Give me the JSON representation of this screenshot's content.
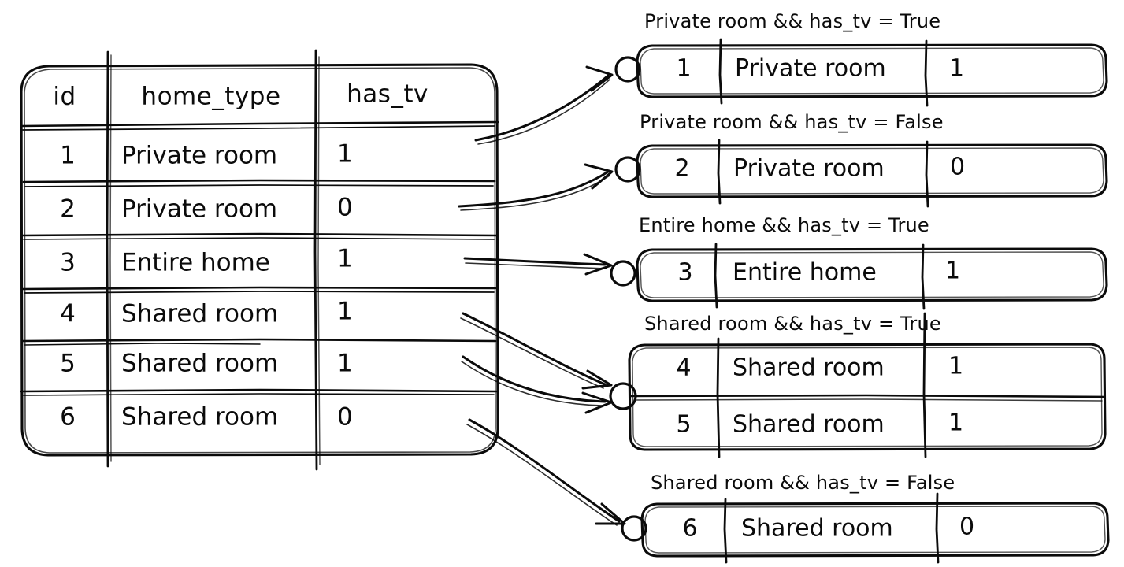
{
  "diagram": {
    "title": "group-by-home-type-and-has-tv",
    "stroke_color": "#0b0b0b",
    "background_color": "#ffffff"
  },
  "source_table": {
    "columns": [
      "id",
      "home_type",
      "has_tv"
    ],
    "rows": [
      {
        "id": "1",
        "home_type": "Private room",
        "has_tv": "1"
      },
      {
        "id": "2",
        "home_type": "Private room",
        "has_tv": "0"
      },
      {
        "id": "3",
        "home_type": "Entire home",
        "has_tv": "1"
      },
      {
        "id": "4",
        "home_type": "Shared room",
        "has_tv": "1"
      },
      {
        "id": "5",
        "home_type": "Shared room",
        "has_tv": "1"
      },
      {
        "id": "6",
        "home_type": "Shared room",
        "has_tv": "0"
      }
    ]
  },
  "groups": [
    {
      "label": "Private room && has_tv = True",
      "rows": [
        {
          "id": "1",
          "home_type": "Private room",
          "has_tv": "1"
        }
      ]
    },
    {
      "label": "Private room && has_tv = False",
      "rows": [
        {
          "id": "2",
          "home_type": "Private room",
          "has_tv": "0"
        }
      ]
    },
    {
      "label": "Entire home && has_tv = True",
      "rows": [
        {
          "id": "3",
          "home_type": "Entire home",
          "has_tv": "1"
        }
      ]
    },
    {
      "label": "Shared room && has_tv = True",
      "rows": [
        {
          "id": "4",
          "home_type": "Shared room",
          "has_tv": "1"
        },
        {
          "id": "5",
          "home_type": "Shared room",
          "has_tv": "1"
        }
      ]
    },
    {
      "label": "Shared room && has_tv = False",
      "rows": [
        {
          "id": "6",
          "home_type": "Shared room",
          "has_tv": "0"
        }
      ]
    }
  ]
}
